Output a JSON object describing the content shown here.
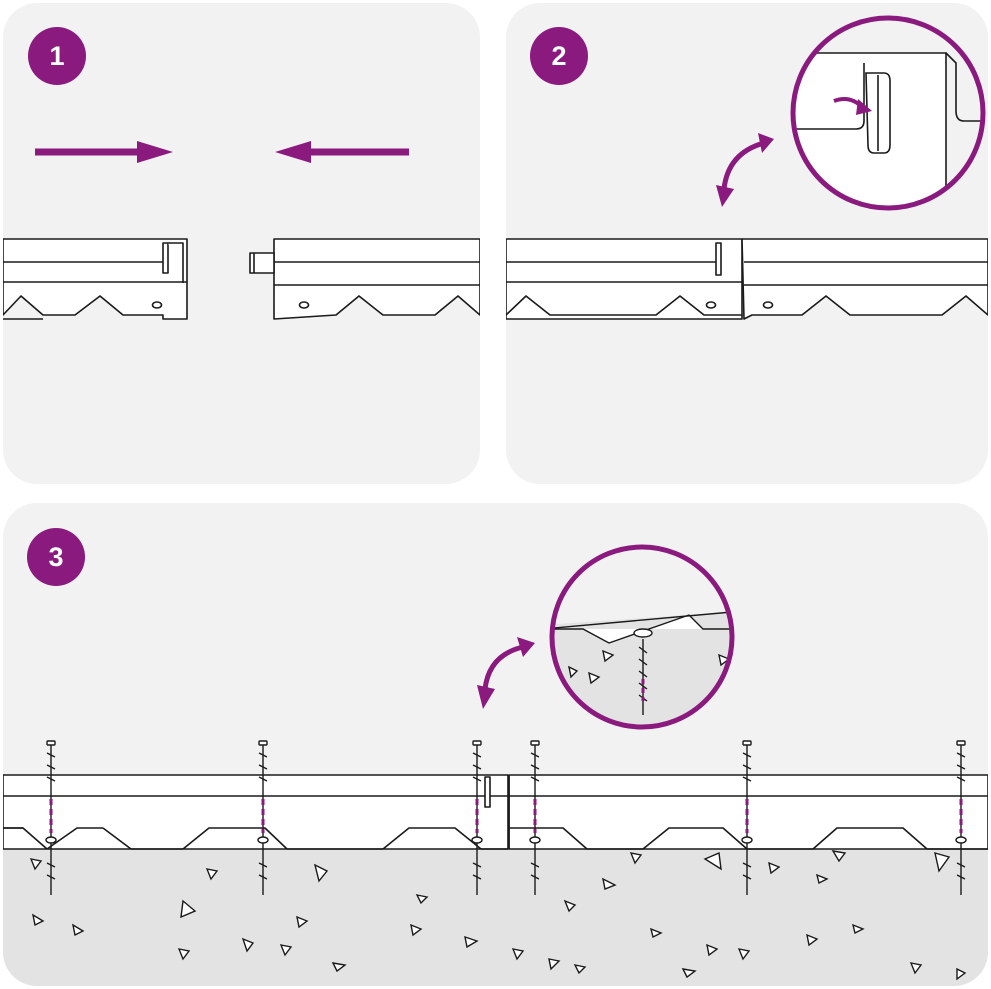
{
  "colors": {
    "accent": "#8b1a7f",
    "panel_background": "#f2f2f2",
    "line": "#1a1a1a",
    "soil": "#e3e3e3"
  },
  "steps": [
    {
      "number": "1"
    },
    {
      "number": "2"
    },
    {
      "number": "3"
    }
  ],
  "icons": [
    "arrow-right-icon",
    "arrow-left-icon",
    "curved-double-arrow-icon",
    "magnifier-circle-icon",
    "nail-icon",
    "stone-icon"
  ]
}
